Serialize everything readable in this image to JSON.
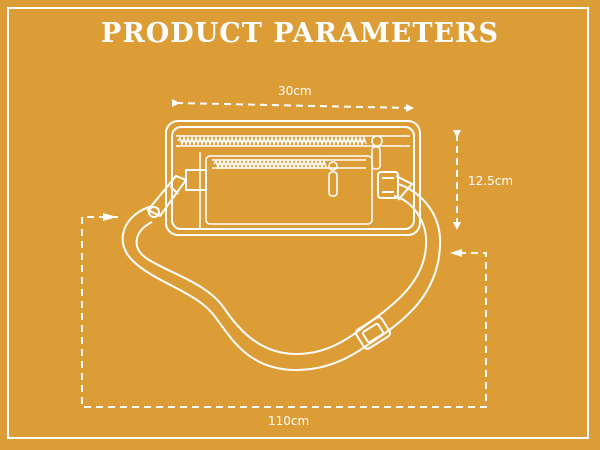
{
  "title": "PRODUCT PARAMETERS",
  "dimensions": {
    "width": "30cm",
    "height": "12.5cm",
    "strap_length": "110cm"
  },
  "colors": {
    "background": "#dc9c36",
    "line": "#ffffff"
  }
}
